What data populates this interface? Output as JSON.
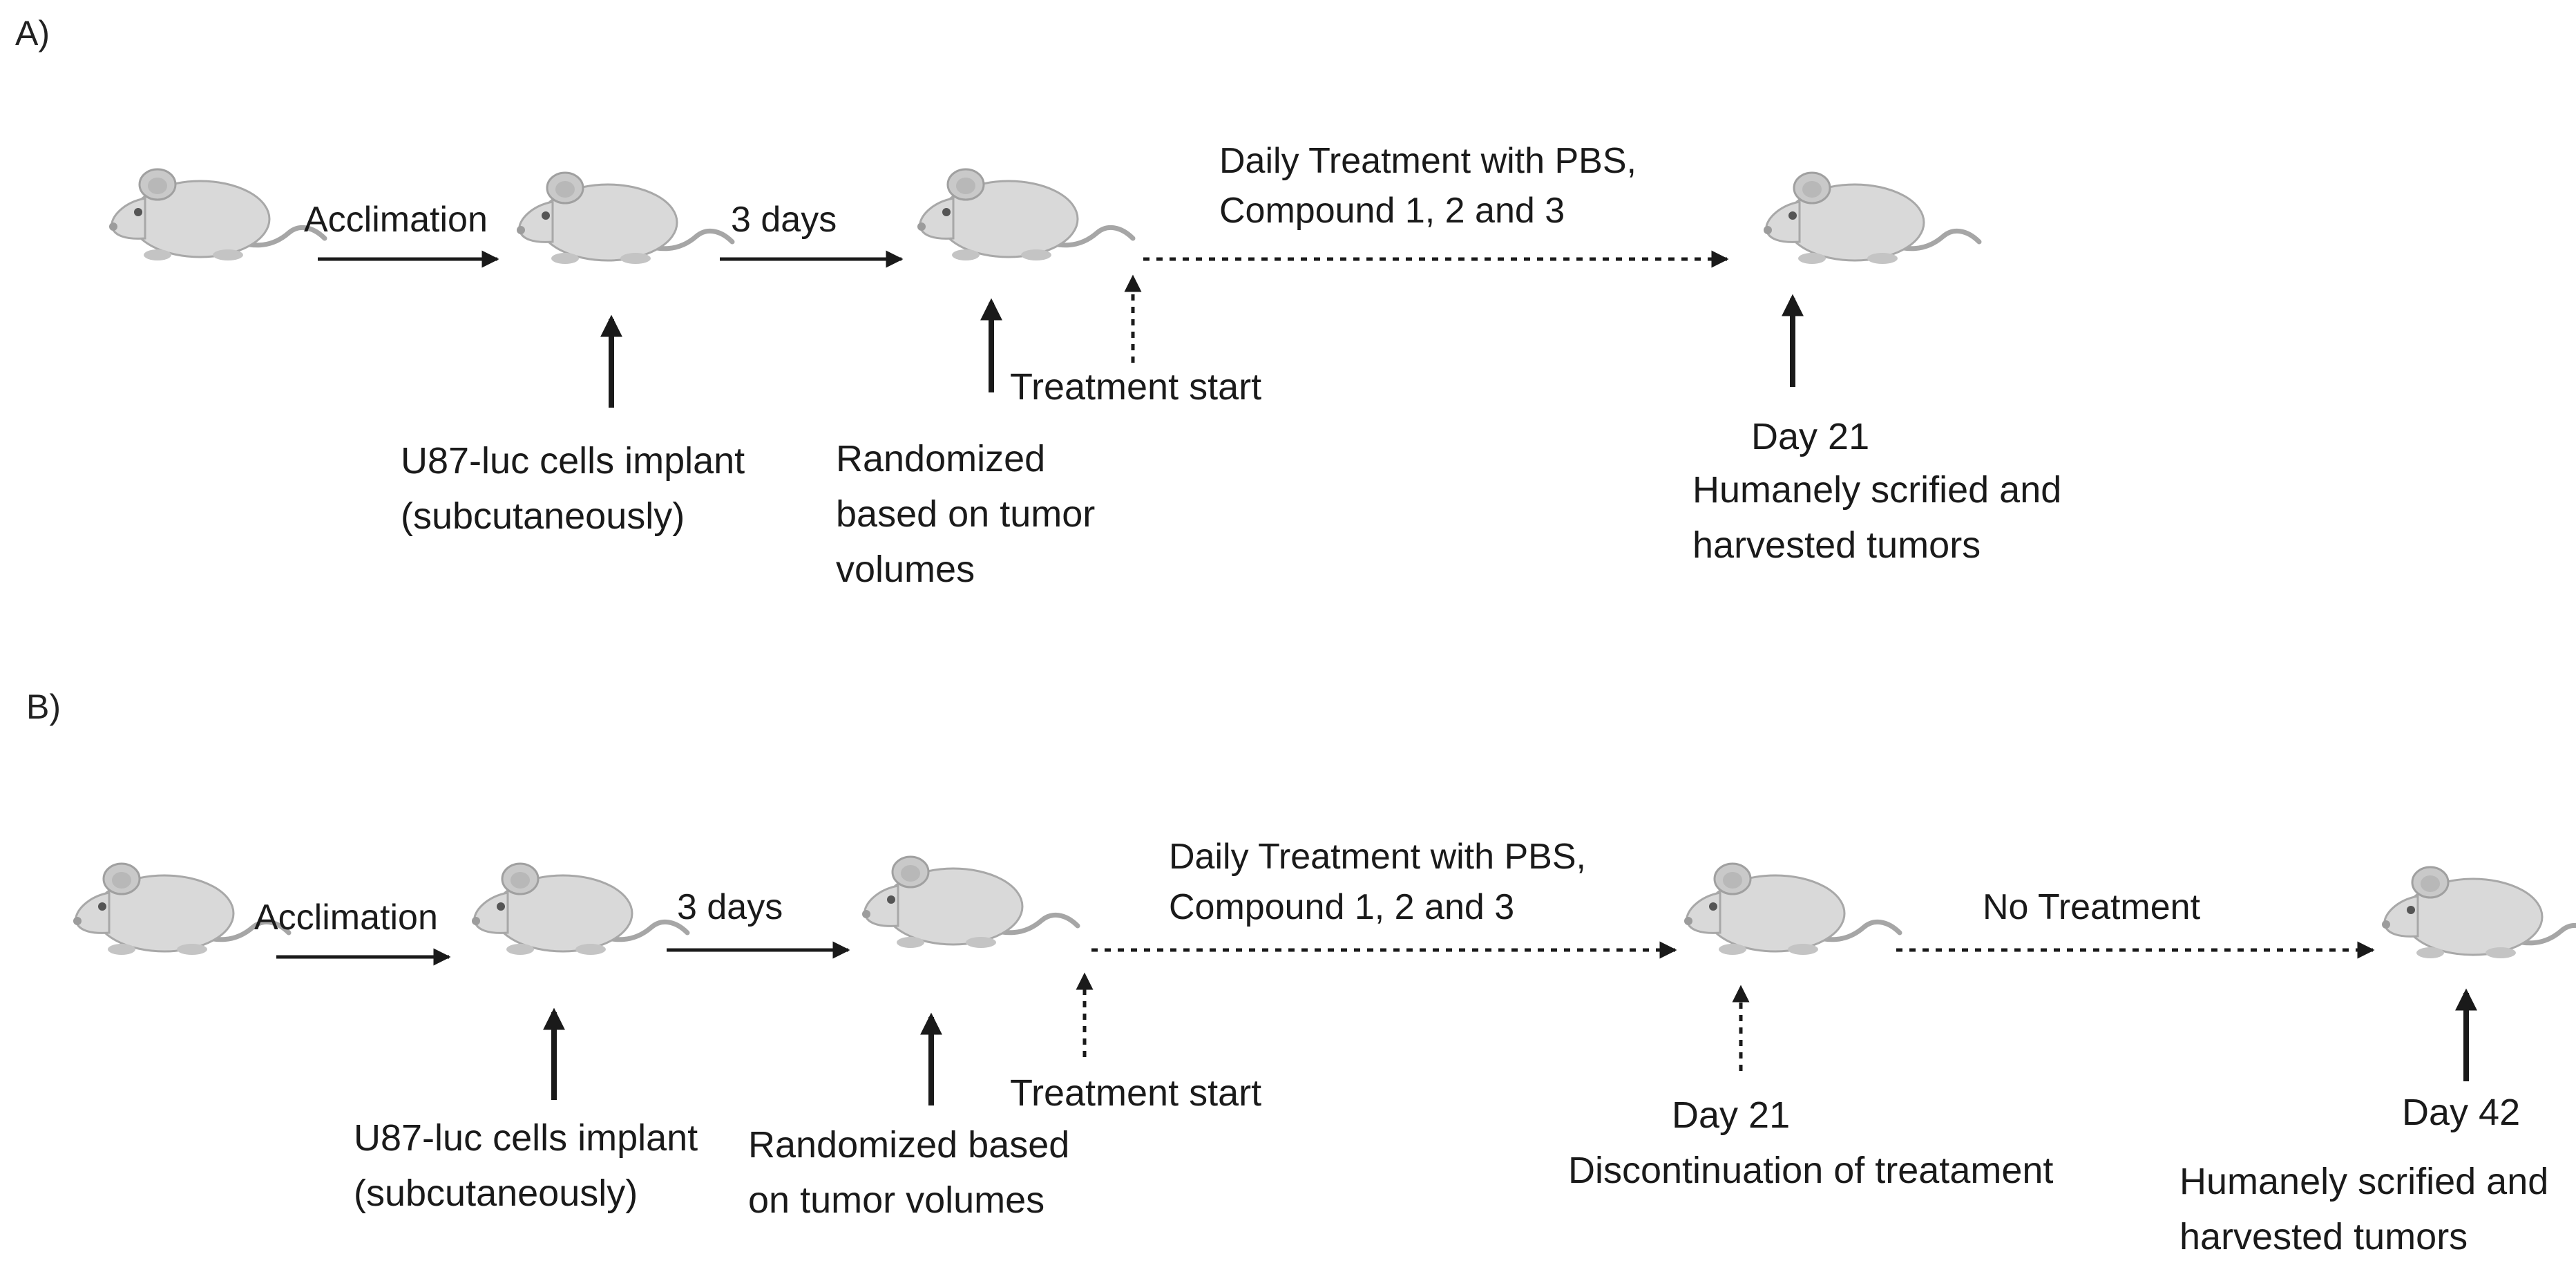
{
  "panels": [
    {
      "label": "A)",
      "arrows": {
        "acclimation": "Acclimation",
        "three_days": "3 days",
        "treatment_line1": "Daily Treatment with PBS,",
        "treatment_line2": "Compound 1, 2 and 3"
      },
      "notes": {
        "implant_line1": "U87-luc cells implant",
        "implant_line2": "(subcutaneously)",
        "randomized_line1": "Randomized",
        "randomized_line2": "based on tumor",
        "randomized_line3": "volumes",
        "treatment_start": "Treatment start",
        "day21": "Day 21",
        "end_line1": "Humanely scrified and",
        "end_line2": "harvested tumors"
      }
    },
    {
      "label": "B)",
      "arrows": {
        "acclimation": "Acclimation",
        "three_days": "3 days",
        "treatment_line1": "Daily Treatment with PBS,",
        "treatment_line2": "Compound 1, 2 and 3",
        "no_treatment": "No Treatment"
      },
      "notes": {
        "implant_line1": "U87-luc cells implant",
        "implant_line2": "(subcutaneously)",
        "randomized_line1": "Randomized based",
        "randomized_line2": "on tumor volumes",
        "treatment_start": "Treatment start",
        "day21": "Day 21",
        "discontinuation": "Discontinuation of treatament",
        "day42": "Day 42",
        "end_line1": "Humanely scrified and",
        "end_line2": "harvested tumors"
      }
    }
  ]
}
